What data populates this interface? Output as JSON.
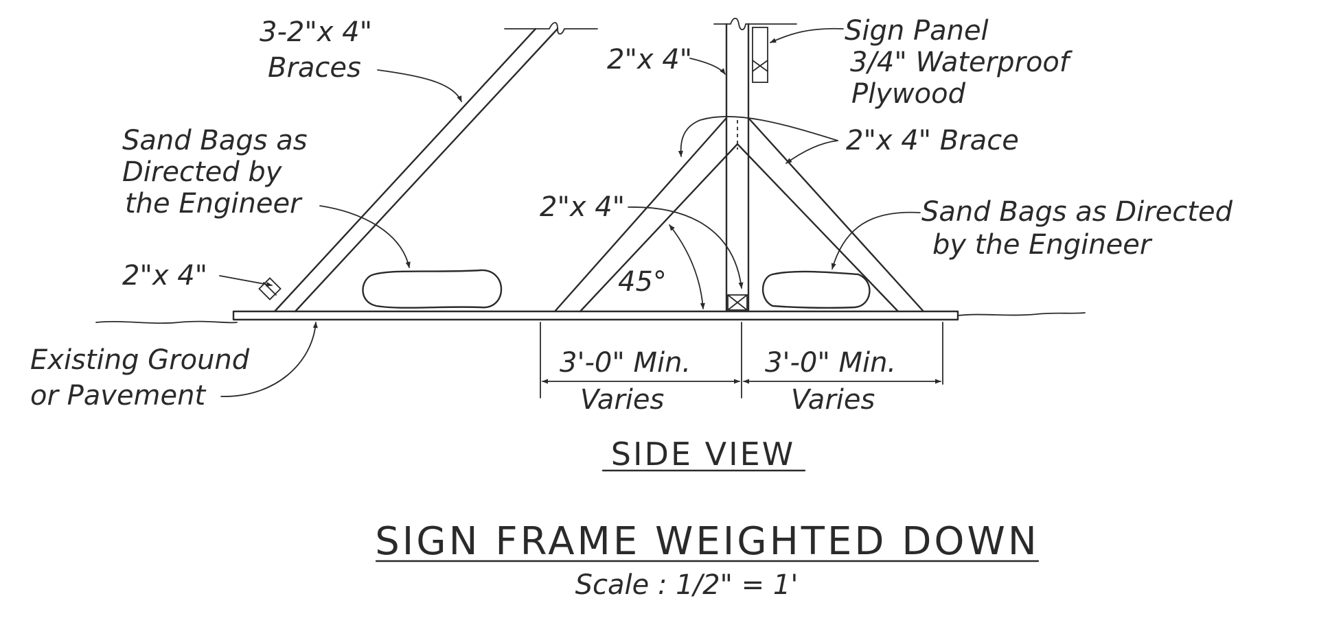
{
  "labels": {
    "braces": "3-2\"x 4\"",
    "braces_line2": "Braces",
    "sand_bags_left_1": "Sand Bags as",
    "sand_bags_left_2": "Directed by",
    "sand_bags_left_3": "the Engineer",
    "left_2x4": "2\"x 4\"",
    "existing_ground_1": "Existing Ground",
    "existing_ground_2": "or Pavement",
    "post_2x4": "2\"x 4\"",
    "sign_panel_1": "Sign Panel",
    "sign_panel_2": "3/4\" Waterproof",
    "sign_panel_3": "Plywood",
    "brace_2x4": "2\"x 4\" Brace",
    "mid_2x4": "2\"x 4\"",
    "angle": "45°",
    "sand_bags_right_1": "Sand Bags as Directed",
    "sand_bags_right_2": "by the Engineer",
    "dim_left_1": "3'-0\" Min.",
    "dim_left_2": "Varies",
    "dim_right_1": "3'-0\" Min.",
    "dim_right_2": "Varies"
  },
  "titles": {
    "view": "SIDE VIEW",
    "main": "SIGN FRAME WEIGHTED DOWN",
    "scale": "Scale : 1/2\" = 1'"
  }
}
